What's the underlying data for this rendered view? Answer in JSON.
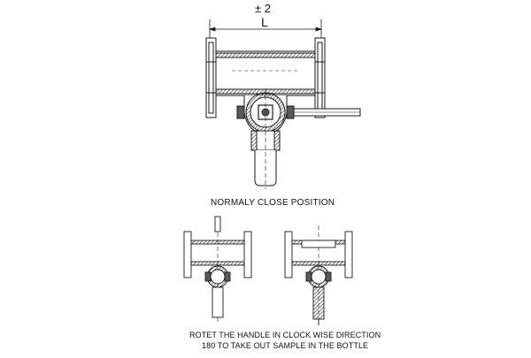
{
  "dimension": {
    "tolerance": "± 2",
    "label": "L"
  },
  "captions": {
    "top": "NORMALY CLOSE POSITION",
    "bottom_line1": "ROTET THE HANDLE IN CLOCK WISE DIRECTION",
    "bottom_line2": "180  TO TAKE OUT SAMPLE IN THE BOTTLE"
  },
  "colors": {
    "line": "#1a1a1a",
    "fill": "#5a5a5a",
    "paper": "#ffffff"
  }
}
